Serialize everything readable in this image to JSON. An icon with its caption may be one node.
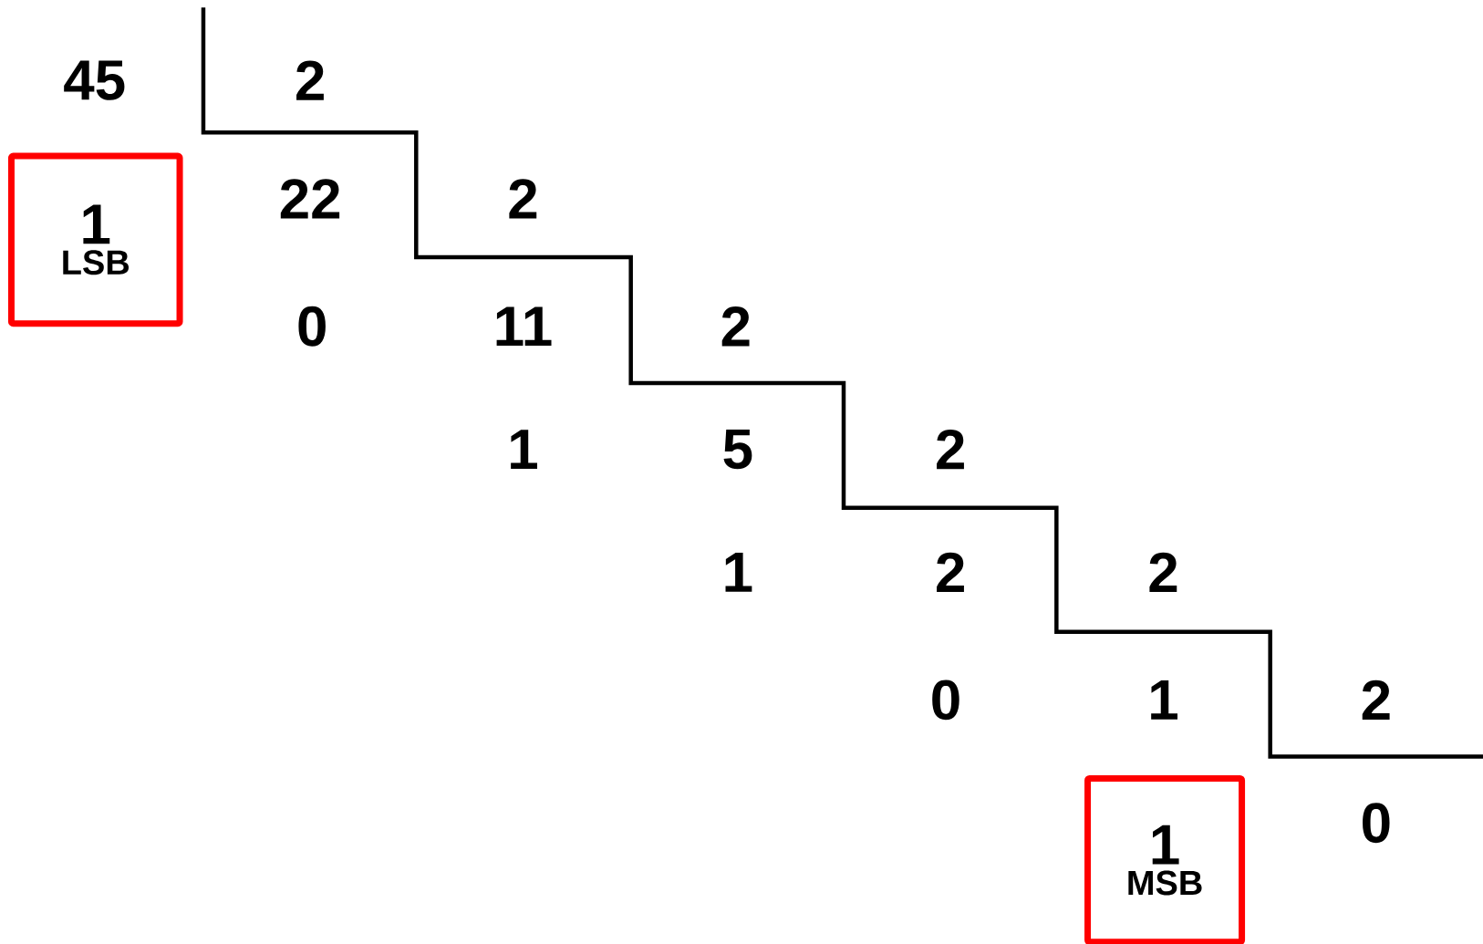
{
  "diagram": {
    "nodes": [
      {
        "text": [
          "1",
          "LSB"
        ]
      },
      {
        "text": [
          "1",
          "MSB"
        ]
      }
    ],
    "labels": [
      "45",
      "2",
      "22",
      "2",
      "0",
      "11",
      "2",
      "1",
      "5",
      "2",
      "1",
      "2",
      "2",
      "0",
      "1",
      "2",
      "0"
    ]
  }
}
